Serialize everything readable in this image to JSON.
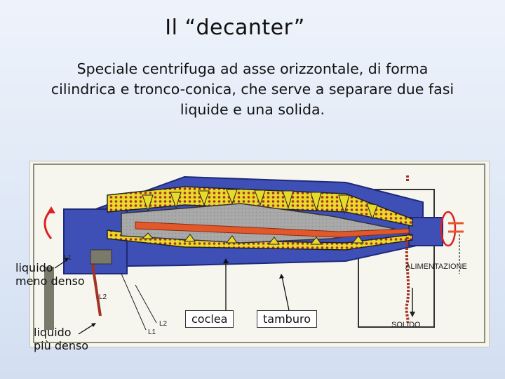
{
  "title": "Il “decanter”",
  "subtitle": {
    "line1": "Speciale centrifuga ad asse orizzontale, di forma",
    "line2": "cilindrica e tronco-conica, che serve a separare due fasi",
    "line3": "liquide e una solida."
  },
  "diagram": {
    "alimentazione": "ALIMENTAZIONE",
    "solido": "SOLIDO",
    "l1_top": "L1",
    "l1_bottom": "L1",
    "l2_left": "L2",
    "l2_bottom": "L2"
  },
  "labels": {
    "liquido_meno_denso": [
      "liquido",
      "meno denso"
    ],
    "liquido_piu_denso": [
      "liquido",
      "più denso"
    ],
    "coclea": "coclea",
    "tamburo": "tamburo"
  },
  "colors": {
    "casing_blue": "#3e4fb6",
    "bowl_yellow": "#e9d92a",
    "screw_grey": "#8a8a8a",
    "solids_red": "#a33325",
    "feed_orange": "#e0582b"
  }
}
